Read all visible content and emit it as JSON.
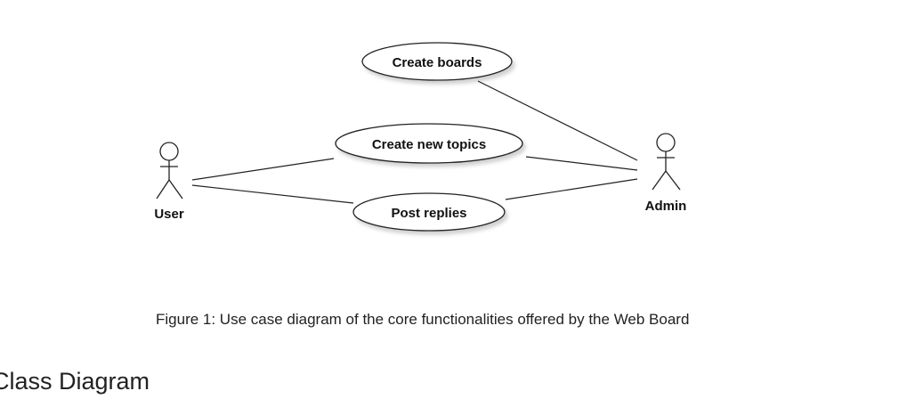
{
  "diagram": {
    "actors": {
      "user": "User",
      "admin": "Admin"
    },
    "use_cases": {
      "create_boards": "Create boards",
      "create_topics": "Create new topics",
      "post_replies": "Post replies"
    },
    "associations": [
      [
        "user",
        "create_topics"
      ],
      [
        "user",
        "post_replies"
      ],
      [
        "admin",
        "create_boards"
      ],
      [
        "admin",
        "create_topics"
      ],
      [
        "admin",
        "post_replies"
      ]
    ]
  },
  "caption": "Figure 1: Use case diagram of the core functionalities offered by the Web Board",
  "next_section": {
    "heading": "Class Diagram"
  }
}
